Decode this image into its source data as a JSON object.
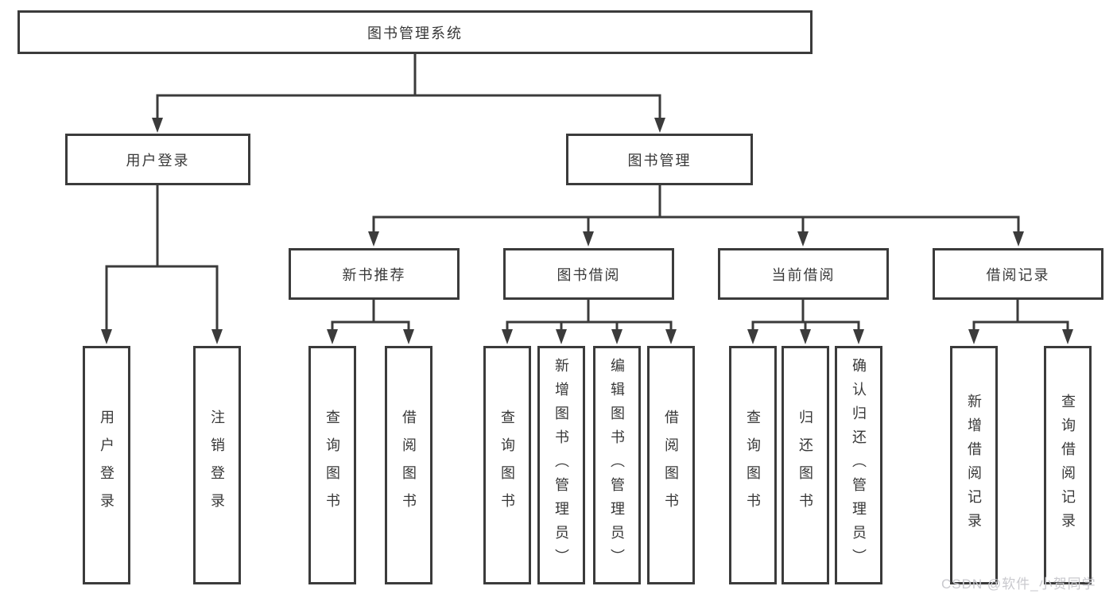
{
  "diagram": {
    "root": {
      "label": "图书管理系统"
    },
    "user_login": {
      "label": "用户登录",
      "children": [
        {
          "label": "用户登录"
        },
        {
          "label": "注销登录"
        }
      ]
    },
    "book_mgmt": {
      "label": "图书管理",
      "modules": [
        {
          "label": "新书推荐",
          "children": [
            {
              "label": "查询图书"
            },
            {
              "label": "借阅图书"
            }
          ]
        },
        {
          "label": "图书借阅",
          "children": [
            {
              "label": "查询图书"
            },
            {
              "label": "新增图书（管理员）"
            },
            {
              "label": "编辑图书（管理员）"
            },
            {
              "label": "借阅图书"
            }
          ]
        },
        {
          "label": "当前借阅",
          "children": [
            {
              "label": "查询图书"
            },
            {
              "label": "归还图书"
            },
            {
              "label": "确认归还（管理员）"
            }
          ]
        },
        {
          "label": "借阅记录",
          "children": [
            {
              "label": "新增借阅记录"
            },
            {
              "label": "查询借阅记录"
            }
          ]
        }
      ]
    }
  },
  "watermark": "CSDN @软件_小贺同学",
  "colors": {
    "line": "#3b3b3b",
    "text": "#383838",
    "watermark": "#c9c9ce",
    "background": "#ffffff"
  }
}
